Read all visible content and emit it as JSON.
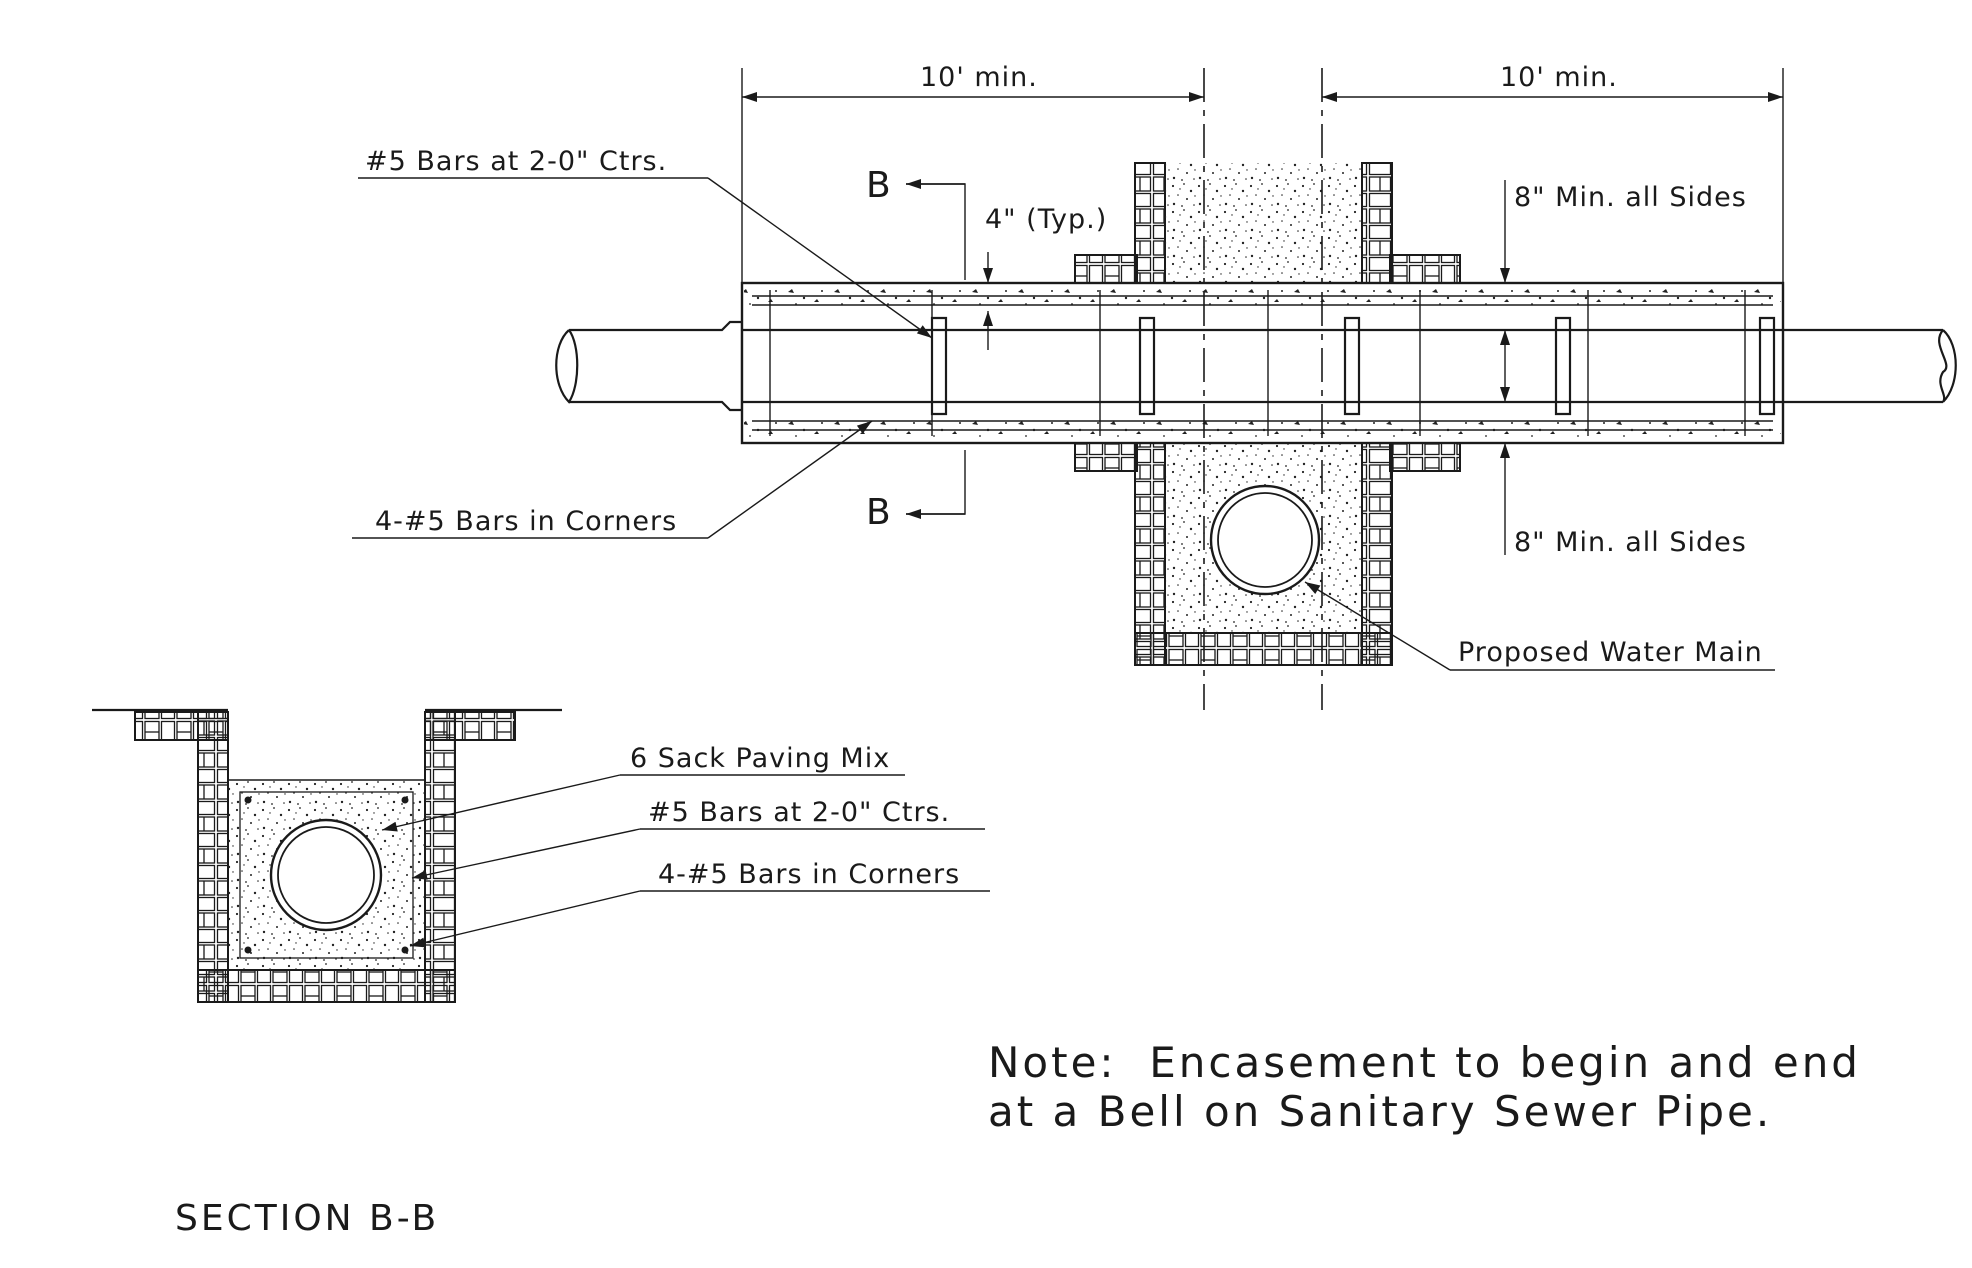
{
  "dimensions": {
    "left_span": "10' min.",
    "right_span": "10' min.",
    "typ_cover": "4\" (Typ.)",
    "min_sides_top": "8\" Min. all Sides",
    "min_sides_bottom": "8\" Min. all Sides"
  },
  "section_markers": {
    "top": "B",
    "bottom": "B"
  },
  "callouts": {
    "bars_spacing": "#5 Bars at 2-0\" Ctrs.",
    "corner_bars": "4-#5 Bars in Corners",
    "water_main": "Proposed Water Main"
  },
  "section": {
    "title": "SECTION B-B",
    "paving_mix": "6 Sack Paving Mix",
    "bars_spacing": "#5 Bars at 2-0\" Ctrs.",
    "corner_bars": "4-#5 Bars in Corners"
  },
  "note": {
    "line1": "Note:  Encasement to begin and end",
    "line2": "at a Bell on Sanitary Sewer Pipe."
  }
}
